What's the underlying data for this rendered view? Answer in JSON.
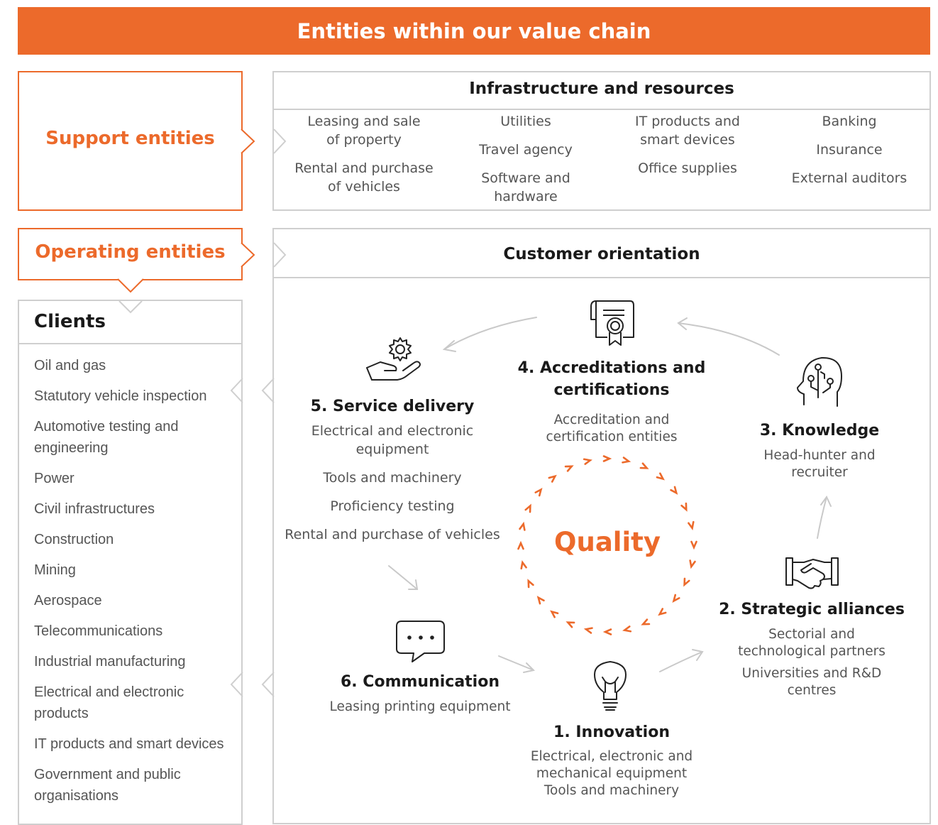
{
  "banner": {
    "title": "Entities within our value chain"
  },
  "support": {
    "label": "Support entities",
    "header": "Infrastructure and resources",
    "col1": [
      "Leasing and sale\nof property",
      "Rental and purchase\nof vehicles"
    ],
    "col2": [
      "Utilities",
      "Travel agency",
      "Software and\nhardware"
    ],
    "col3": [
      "IT products and\nsmart devices",
      "Office supplies"
    ],
    "col4": [
      "Banking",
      "Insurance",
      "External auditors"
    ]
  },
  "operating": {
    "label": "Operating entities",
    "header": "Customer orientation"
  },
  "clients": {
    "title": "Clients",
    "items": [
      "Oil and gas",
      "Statutory vehicle inspection",
      "Automotive testing and\nengineering",
      "Power",
      "Civil infrastructures",
      "Construction",
      "Mining",
      "Aerospace",
      "Telecommunications",
      "Industrial manufacturing",
      "Electrical and electronic\nproducts",
      "IT products and smart devices",
      "Government and public\norganisations"
    ]
  },
  "cycle": {
    "center": "Quality",
    "steps": {
      "innovation": {
        "title": "1. Innovation",
        "text": "Electrical, electronic and\nmechanical equipment\nTools and machinery"
      },
      "alliances": {
        "title": "2. Strategic alliances",
        "text": "Sectorial and\ntechnological partners",
        "text2": "Universities and R&D\ncentres"
      },
      "knowledge": {
        "title": "3. Knowledge",
        "text": "Head-hunter and\nrecruiter"
      },
      "accreditations": {
        "title": "4. Accreditations and\ncertifications",
        "text": "Accreditation and\ncertification entities"
      },
      "service": {
        "title": "5. Service delivery",
        "items": [
          "Electrical and electronic\nequipment",
          "Tools and machinery",
          "Proficiency testing",
          "Rental and purchase of vehicles"
        ]
      },
      "communication": {
        "title": "6. Communication",
        "text": "Leasing printing equipment"
      }
    }
  },
  "colors": {
    "accent": "#ec6a2b",
    "border": "#cfcfcf",
    "text": "#555555",
    "heading": "#1a1a1a"
  },
  "icons": [
    "certificate-icon",
    "gear-hand-icon",
    "brain-circuit-icon",
    "handshake-icon",
    "speech-bubble-icon",
    "lightbulb-icon"
  ]
}
